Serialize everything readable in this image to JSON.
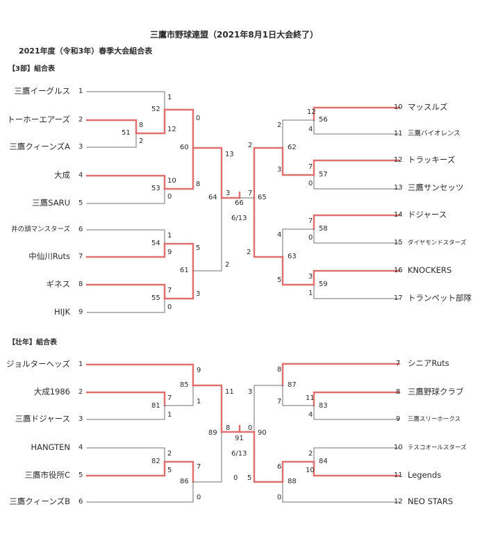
{
  "title": "三鷹市野球連盟（2021年8月1日大会終了）",
  "subtitle": "2021年度（令和3年）春季大会組合表",
  "colors": {
    "winner_line": "#e07070",
    "line": "#707070",
    "text": "#2a2a2a"
  },
  "div3": {
    "heading": "【3部】組合表",
    "date": "6/13",
    "left_teams": [
      {
        "seed": "1",
        "name": "三鷹イーグルス"
      },
      {
        "seed": "2",
        "name": "トーホーエアーズ"
      },
      {
        "seed": "3",
        "name": "三鷹クィーンズA"
      },
      {
        "seed": "4",
        "name": "大成"
      },
      {
        "seed": "5",
        "name": "三鷹SARU"
      },
      {
        "seed": "6",
        "name": "井の頭マンスターズ"
      },
      {
        "seed": "7",
        "name": "中仙川Ruts"
      },
      {
        "seed": "8",
        "name": "ギネス"
      },
      {
        "seed": "9",
        "name": "HIJK"
      }
    ],
    "right_teams": [
      {
        "seed": "10",
        "name": "マッスルズ"
      },
      {
        "seed": "11",
        "name": "三鷹バイオレンス"
      },
      {
        "seed": "12",
        "name": "トラッキーズ"
      },
      {
        "seed": "13",
        "name": "三鷹サンセッツ"
      },
      {
        "seed": "14",
        "name": "ドジャース"
      },
      {
        "seed": "15",
        "name": "ダイヤモンドスターズ"
      },
      {
        "seed": "16",
        "name": "KNOCKERS"
      },
      {
        "seed": "17",
        "name": "トランペット部隊"
      }
    ],
    "games": [
      "51",
      "52",
      "53",
      "54",
      "55",
      "56",
      "57",
      "58",
      "59",
      "60",
      "61",
      "62",
      "63",
      "64",
      "65",
      "66"
    ],
    "scores": {
      "g52_top": "1",
      "g51_top": "8",
      "g51_bot": "2",
      "g52_bot": "12",
      "g53_top": "10",
      "g53_bot": "0",
      "g60_top": "0",
      "g60_bot": "8",
      "g54_top": "1",
      "g54_bot": "9",
      "g55_top": "7",
      "g55_bot": "0",
      "g61_top": "5",
      "g61_bot": "3",
      "g64_top": "13",
      "g64_bot": "2",
      "g66_left": "3",
      "g66_right": "7",
      "g56_top": "12",
      "g56_bot": "4",
      "g57_top": "7",
      "g57_bot": "0",
      "g62_top": "2",
      "g62_bot": "3",
      "g58_top": "7",
      "g58_bot": "0",
      "g59_top": "3",
      "g59_bot": "1",
      "g63_top": "4",
      "g63_bot": "5",
      "g65_top": "2",
      "g65_bot": "2"
    }
  },
  "senior": {
    "heading": "【壮年】組合表",
    "date": "6/13",
    "left_teams": [
      {
        "seed": "1",
        "name": "ジョルターヘッズ"
      },
      {
        "seed": "2",
        "name": "大成1986"
      },
      {
        "seed": "3",
        "name": "三鷹ドジャース"
      },
      {
        "seed": "4",
        "name": "HANGTEN"
      },
      {
        "seed": "5",
        "name": "三鷹市役所C"
      },
      {
        "seed": "6",
        "name": "三鷹クィーンズB"
      }
    ],
    "right_teams": [
      {
        "seed": "7",
        "name": "シニアRuts"
      },
      {
        "seed": "8",
        "name": "三鷹野球クラブ"
      },
      {
        "seed": "9",
        "name": "三鷹スリーホークス"
      },
      {
        "seed": "10",
        "name": "テスコオールスターズ"
      },
      {
        "seed": "11",
        "name": "Legends"
      },
      {
        "seed": "12",
        "name": "NEO STARS"
      }
    ],
    "games": [
      "81",
      "82",
      "83",
      "84",
      "85",
      "86",
      "87",
      "88",
      "89",
      "90",
      "91"
    ],
    "scores": {
      "g85_top": "9",
      "g81_top": "7",
      "g81_bot": "1",
      "g85_bot": "1",
      "g82_top": "2",
      "g82_bot": "5",
      "g86_top": "7",
      "g86_bot": "0",
      "g89_top": "11",
      "g89_bot": "0",
      "g91_left": "8",
      "g91_right": "0",
      "g87_top": "8",
      "g83_top": "11",
      "g83_bot": "4",
      "g87_bot": "7",
      "g84_top": "2",
      "g84_bot": "10",
      "g88_top": "6",
      "g88_bot": "0",
      "g90_top": "3",
      "g90_bot": "5"
    }
  }
}
